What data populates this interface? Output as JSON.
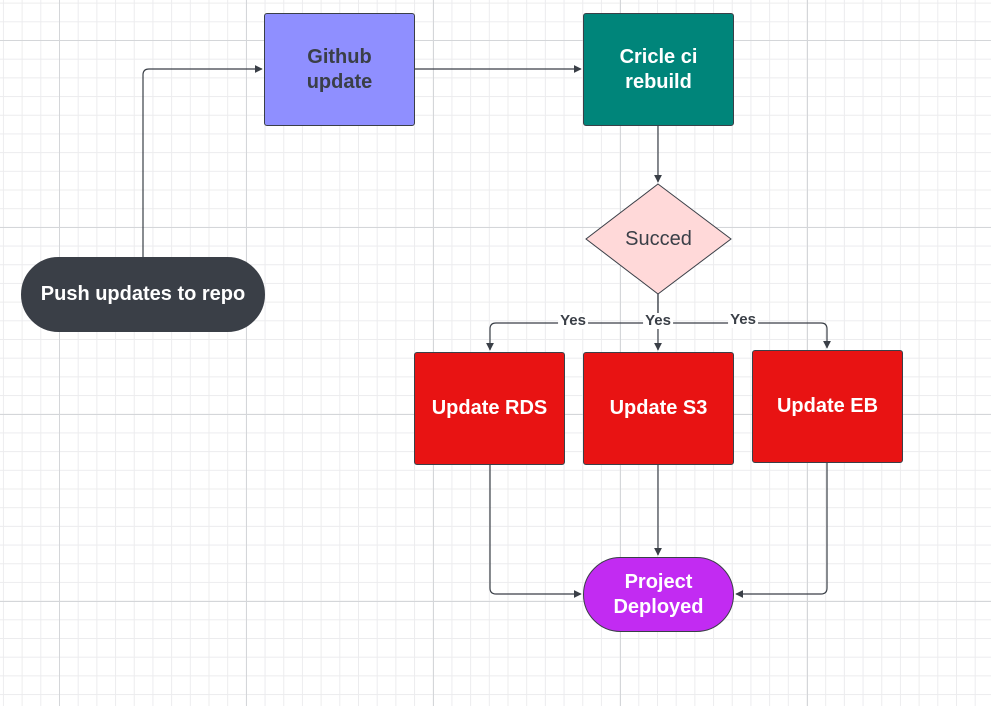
{
  "colors": {
    "push": "#3a3f47",
    "github": "#8f8fff",
    "circle": "#00857a",
    "succed": "#ffd9d9",
    "update": "#e81313",
    "deployed": "#c22bf2",
    "line": "#3a3f47"
  },
  "nodes": {
    "push": "Push updates to repo",
    "github": "Github\nupdate",
    "circle": "Cricle ci\nrebuild",
    "succed": "Succed",
    "rds": "Update RDS",
    "s3": "Update S3",
    "eb": "Update EB",
    "deployed": "Project\nDeployed"
  },
  "edges": {
    "yes_rds": "Yes",
    "yes_s3": "Yes",
    "yes_eb": "Yes"
  }
}
